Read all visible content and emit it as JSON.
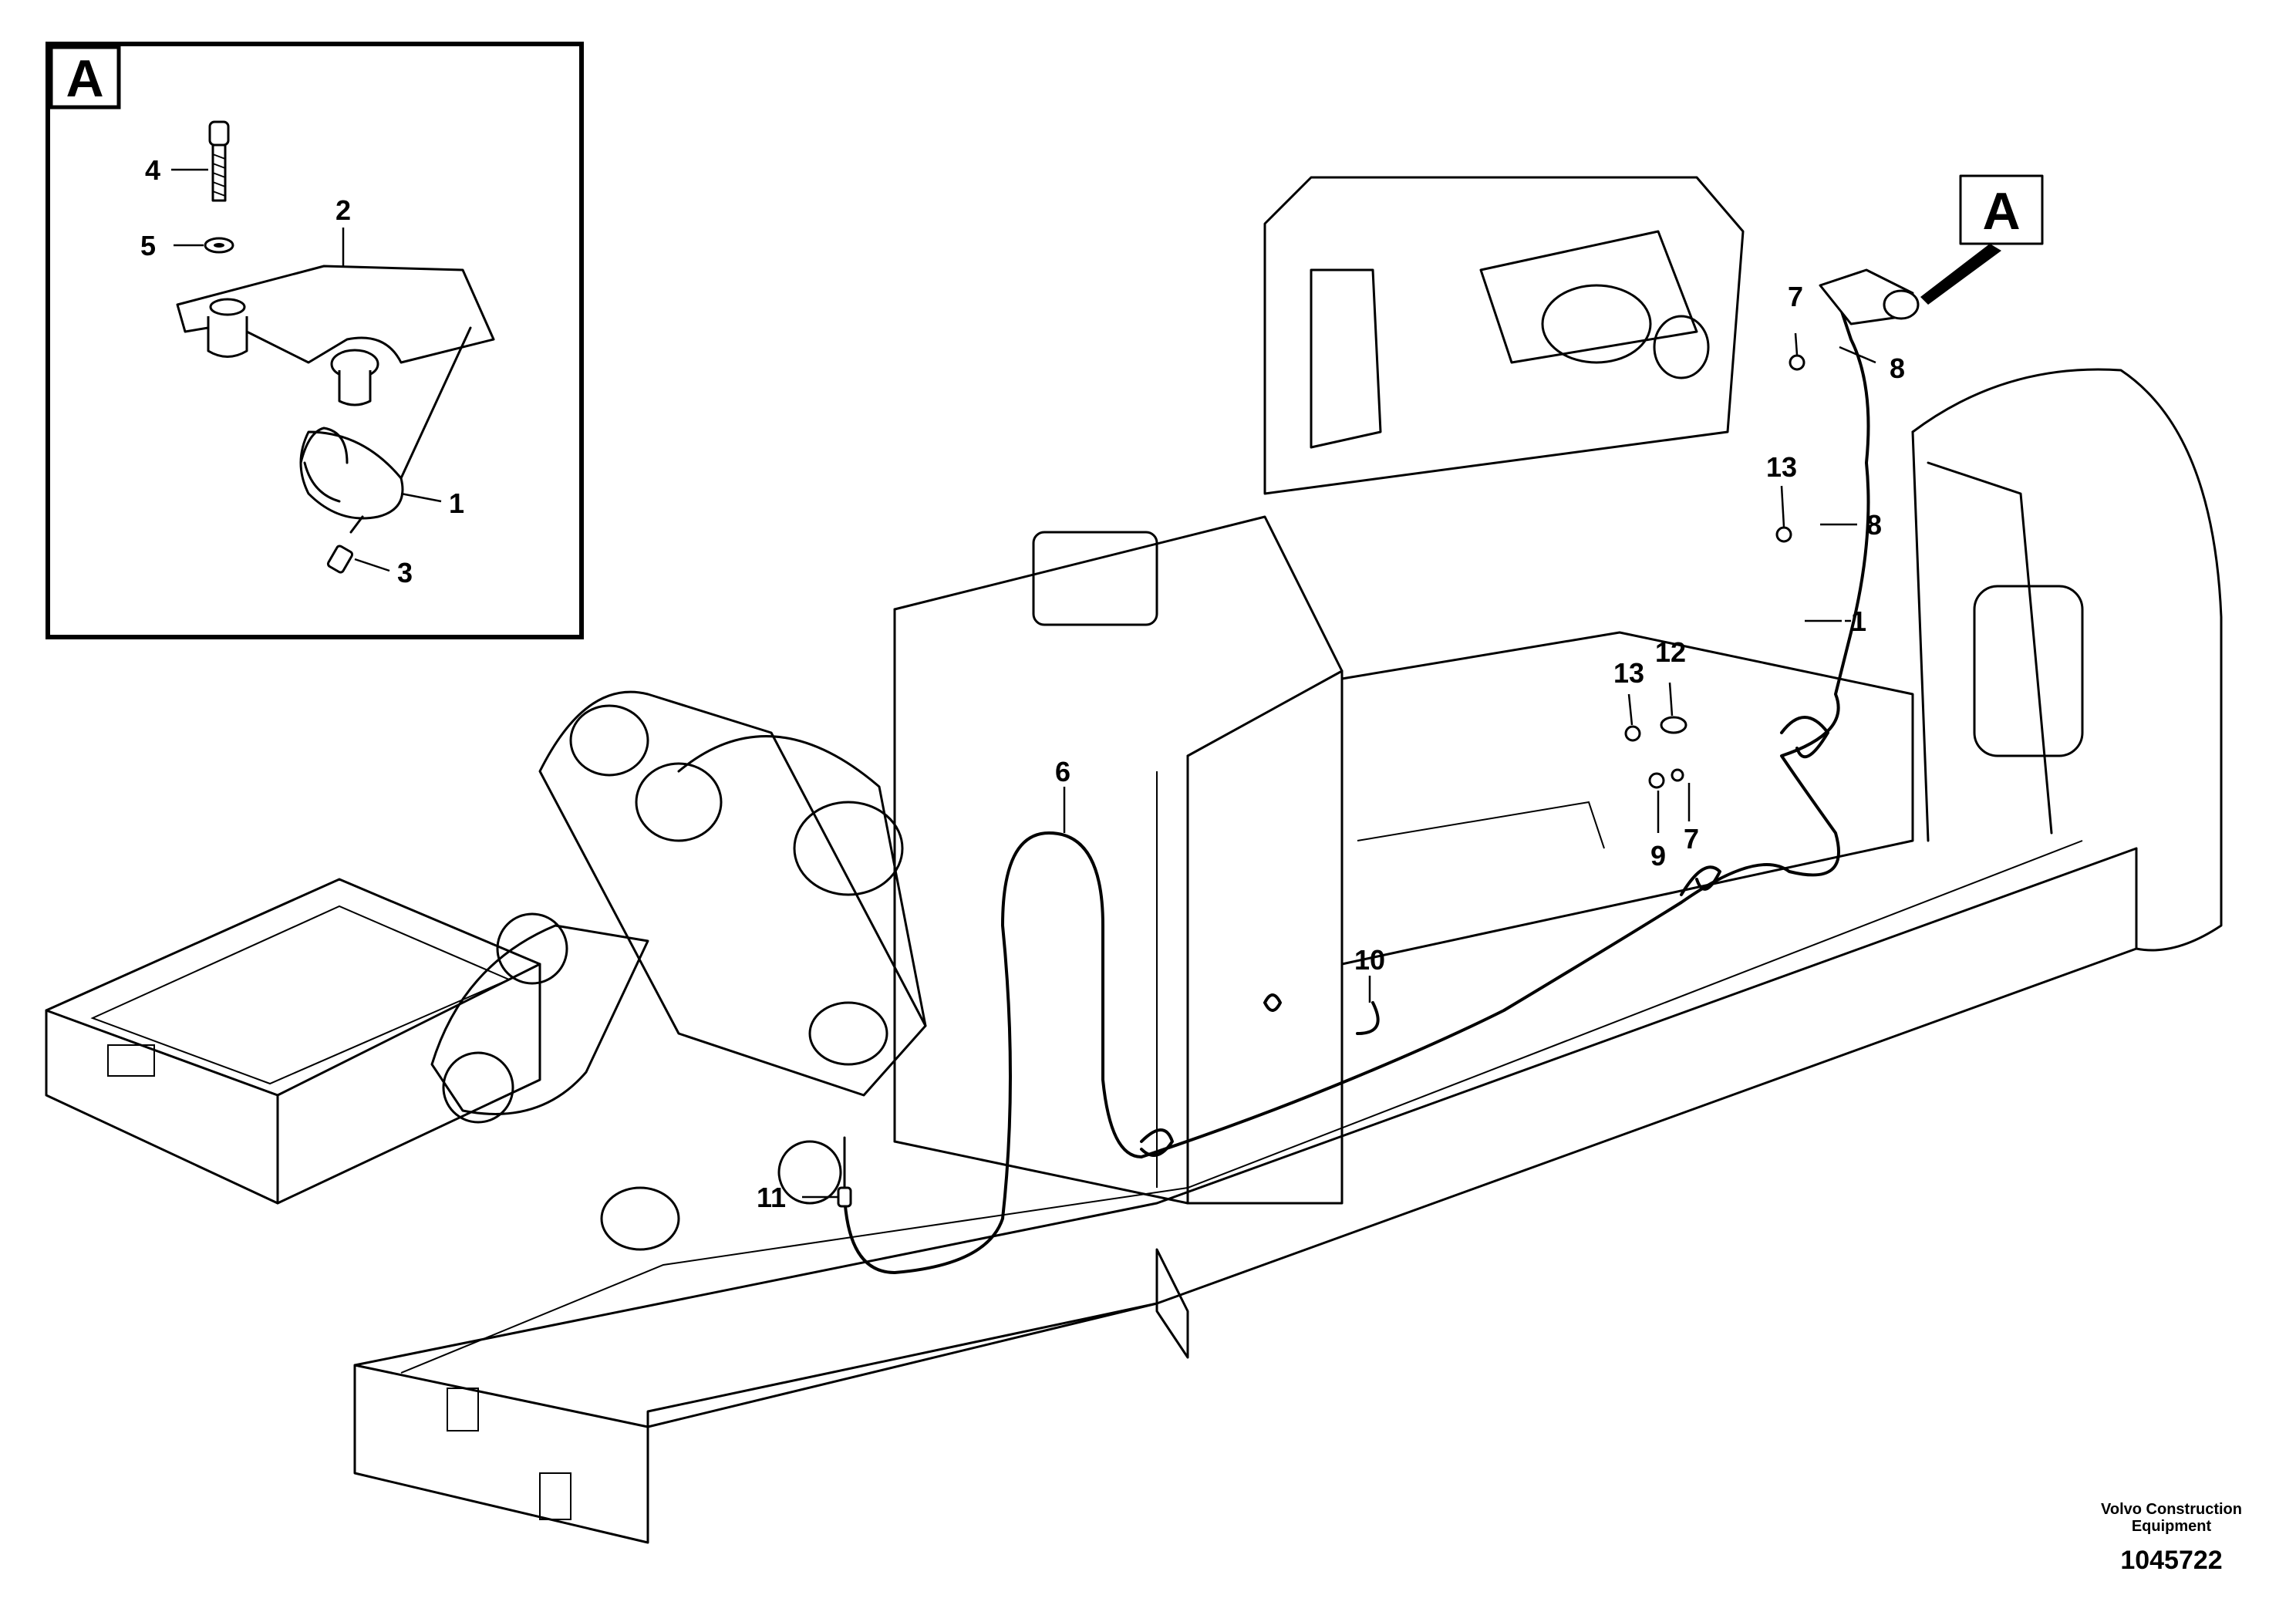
{
  "detail": {
    "view_letter": "A",
    "callouts": [
      "4",
      "5",
      "2",
      "1",
      "3"
    ]
  },
  "main_view": {
    "view_letter": "A",
    "callouts": [
      "7",
      "8",
      "13",
      "8",
      "1",
      "13",
      "12",
      "6",
      "9",
      "7",
      "10",
      "11"
    ]
  },
  "footer": {
    "maker_line1": "Volvo Construction",
    "maker_line2": "Equipment",
    "drawing_number": "1045722"
  }
}
